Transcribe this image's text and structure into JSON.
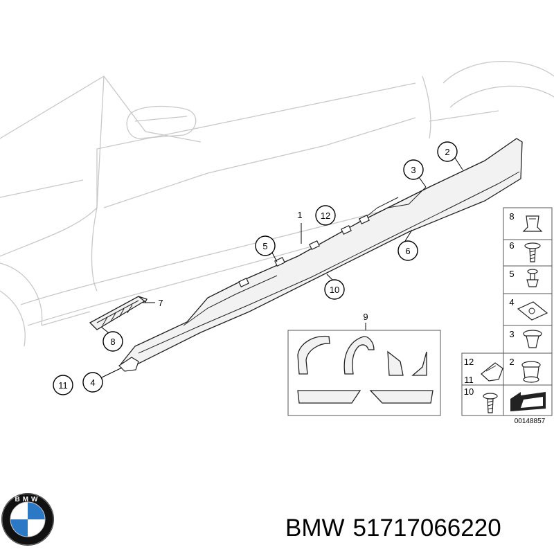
{
  "callouts": {
    "c1": "1",
    "c2": "2",
    "c3": "3",
    "c4": "4",
    "c5": "5",
    "c6": "6",
    "c7": "7",
    "c8": "8",
    "c9": "9",
    "c10": "10",
    "c11": "11",
    "c12": "12"
  },
  "legend": {
    "n8": "8",
    "n6": "6",
    "n5": "5",
    "n4": "4",
    "n3": "3",
    "n2": "2",
    "n12": "12",
    "n11": "11",
    "n10": "10"
  },
  "diagram_code": "00148857",
  "caption": {
    "brand": "BMW",
    "part_number": "51717066220"
  },
  "logo": {
    "letters": "BMW",
    "colors": {
      "blue": "#2b78c5",
      "white": "#ffffff",
      "ring": "#111111"
    }
  }
}
